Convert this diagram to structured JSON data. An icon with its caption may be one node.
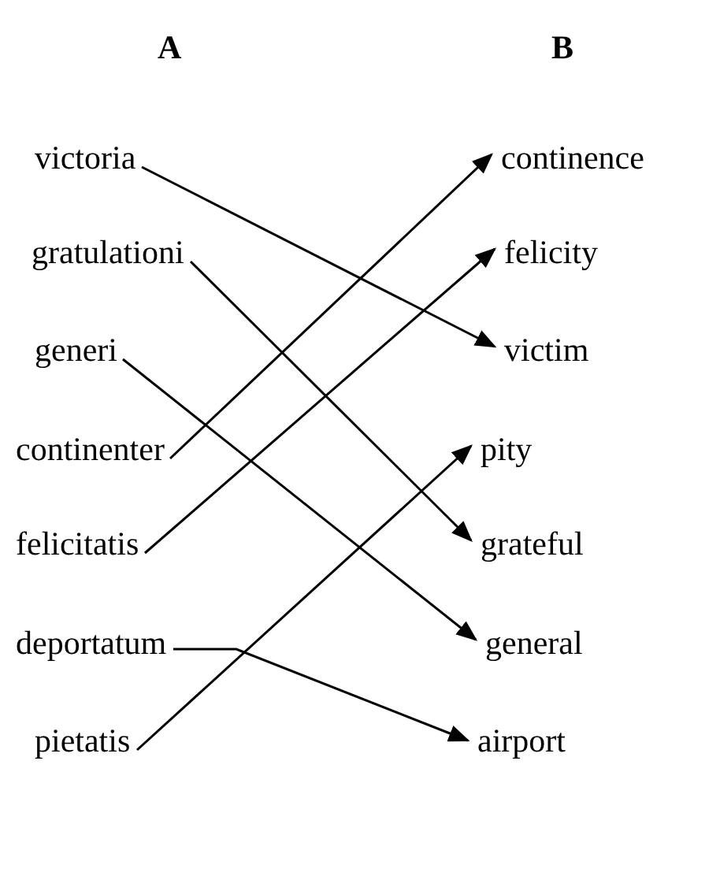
{
  "diagram": {
    "nodes": [
      {
        "text": [
          "victoria"
        ]
      },
      {
        "text": [
          "gratulationi"
        ]
      },
      {
        "text": [
          "generi"
        ]
      },
      {
        "text": [
          "continenter"
        ]
      },
      {
        "text": [
          "felicitatis"
        ]
      },
      {
        "text": [
          "deportatum"
        ]
      },
      {
        "text": [
          "pietatis"
        ]
      },
      {
        "text": [
          "continence"
        ]
      },
      {
        "text": [
          "felicity"
        ]
      },
      {
        "text": [
          "victim"
        ]
      },
      {
        "text": [
          "pity"
        ]
      },
      {
        "text": [
          "grateful"
        ]
      },
      {
        "text": [
          "general"
        ]
      },
      {
        "text": [
          "airport"
        ]
      }
    ],
    "edges": [
      {
        "from": 0,
        "to": 9,
        "arrow": "to"
      },
      {
        "from": 1,
        "to": 11,
        "arrow": "to"
      },
      {
        "from": 2,
        "to": 12,
        "arrow": "to"
      },
      {
        "from": 3,
        "to": 7,
        "arrow": "to"
      },
      {
        "from": 4,
        "to": 8,
        "arrow": "to"
      },
      {
        "from": 5,
        "to": 13,
        "arrow": "to"
      },
      {
        "from": 6,
        "to": 10,
        "arrow": "to"
      }
    ],
    "labels": [
      "A",
      "B"
    ]
  }
}
